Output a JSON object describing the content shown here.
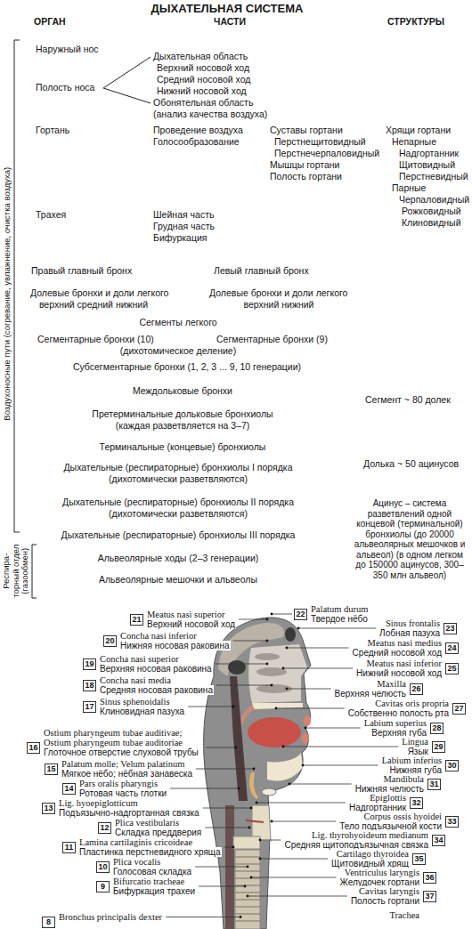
{
  "diagram": {
    "title": "ДЫХАТЕЛЬНАЯ СИСТЕМА",
    "nodes": [
      {
        "text": [
          "22"
        ]
      },
      {
        "text": [
          "21"
        ]
      },
      {
        "text": [
          "23"
        ]
      },
      {
        "text": [
          "20"
        ]
      },
      {
        "text": [
          "24"
        ]
      },
      {
        "text": [
          "19"
        ]
      },
      {
        "text": [
          "25"
        ]
      },
      {
        "text": [
          "18"
        ]
      },
      {
        "text": [
          "26"
        ]
      },
      {
        "text": [
          "17"
        ]
      },
      {
        "text": [
          "27"
        ]
      },
      {
        "text": [
          "28"
        ]
      },
      {
        "text": [
          "29"
        ]
      },
      {
        "text": [
          "16"
        ]
      },
      {
        "text": [
          "30"
        ]
      },
      {
        "text": [
          "15"
        ]
      },
      {
        "text": [
          "31"
        ]
      },
      {
        "text": [
          "14"
        ]
      },
      {
        "text": [
          "32"
        ]
      },
      {
        "text": [
          "13"
        ]
      },
      {
        "text": [
          "33"
        ]
      },
      {
        "text": [
          "12"
        ]
      },
      {
        "text": [
          "34"
        ]
      },
      {
        "text": [
          "11"
        ]
      },
      {
        "text": [
          "35"
        ]
      },
      {
        "text": [
          "10"
        ]
      },
      {
        "text": [
          "36"
        ]
      },
      {
        "text": [
          "9"
        ]
      },
      {
        "text": [
          "37"
        ]
      },
      {
        "text": [
          "8"
        ]
      }
    ],
    "labels": [
      "ОРГАН",
      "ЧАСТИ",
      "СТРУКТУРЫ",
      "Воздухоносные пути (согревание, увлажнение, очистка воздуха)",
      "Респира- торный отдел (газообмен)",
      "Наружный нос",
      "Полость носа",
      "Дыхательная область",
      "Верхний носовой ход",
      "Средний носовой ход",
      "Нижний носовой ход",
      "Обонятельная область",
      "(анализ качества воздуха)",
      "Гортань",
      "Проведение воздуха",
      "Голосообразование",
      "Суставы гортани",
      "Перстнещитовидный",
      "Перстнечерпаловидный",
      "Мышцы гортани",
      "Полость гортани",
      "Хрящи гортани",
      "Непарные",
      "Надгортанник",
      "Щитовидный",
      "Перстневидный",
      "Парные",
      "Черпаловидный",
      "Рожковидный",
      "Клиновидный",
      "Трахея",
      "Шейная часть",
      "Грудная часть",
      "Бифуркация",
      "Правый главный бронх",
      "Левый главный бронх",
      "Долевые бронхи и доли легкого",
      "верхний средний нижний",
      "Долевые бронхи и доли легкого",
      "верхний нижний",
      "Сегменты легкого",
      "Сегментарные бронхи (10)",
      "Сегментарные бронхи (9)",
      "(дихотомическое деление)",
      "Субсегментарные бронхи (1, 2, 3 ... 9, 10 генерации)",
      "Междольковые бронхи",
      "Сегмент ~ 80 долек",
      "Претерминальные дольковые бронхиолы",
      "(каждая разветвляется на 3–7)",
      "Терминальные (концевые) бронхиолы",
      "Дыхательные (респираторные) бронхиолы I порядка",
      "(дихотомически разветвляются)",
      "Долька ~ 50 ацинусов",
      "Дыхательные (респираторные) бронхиолы II порядка",
      "(дихотомически разветвляются)",
      "Ацинус – система разветвлений одной концевой (терминальной) бронхиолы (до 20000 альвеолярных мешочков и альвеол) (в одном легком до 150000 ацинусов, 300–350 млн альвеол)",
      "Дыхательные (респираторные) бронхиолы III порядка",
      "Альвеолярные ходы (2–3 генерации)",
      "Альвеолярные мешочки и альвеолы",
      "Palatum durum",
      "Твердое нёбо",
      "Meatus nasi superior",
      "Верхний носовой ход",
      "Sinus frontalis",
      "Лобная пазуха",
      "Concha nasi inferior",
      "Нижняя носовая раковина",
      "Meatus nasi medius",
      "Средний носовой ход",
      "Concha nasi superior",
      "Верхняя носовая раковина",
      "Meatus nasi inferior",
      "Нижний носовой ход",
      "Concha nasi media",
      "Средняя носовая раковина",
      "Maxilla",
      "Верхняя челюсть",
      "Sinus sphenoidalis",
      "Клиновидная пазуха",
      "Cavitas oris propria",
      "Собственно полость рта",
      "Labium superius",
      "Верхняя губа",
      "Lingua",
      "Язык",
      "Ostium pharyngeum tubae auditivae; Ostium pharyngeum tubae auditoriae",
      "Глоточное отверстие слуховой трубы",
      "Labium inferius",
      "Нижняя губа",
      "Palatum molle; Velum palatinum",
      "Мягкое нёбо; нёбная занавеска",
      "Mandibula",
      "Нижняя челюсть",
      "Pars oralis pharyngis",
      "Ротовая часть глотки",
      "Epiglottis",
      "Надгортанник",
      "Lig. hyoepiglotticum",
      "Подъязычно-надгортанная связка",
      "Corpus ossis hyoidei",
      "Тело подъязычной кости",
      "Plica vestibularis",
      "Складка преддверия",
      "Lig. thyrohyoideum medianum",
      "Средняя щитоподъязычная связка",
      "Lamina cartilaginis cricoideae",
      "Пластинка перстневидного хряща",
      "Cartilago thyroidea",
      "Щитовидный хрящ",
      "Plica vocalis",
      "Голосовая складка",
      "Ventriculus laryngis",
      "Желудочек гортани",
      "Bifurcatio tracheae",
      "Бифуркация трахеи",
      "Cavitas laryngis",
      "Полость гортани",
      "Bronchus principalis dexter",
      "Trachea"
    ]
  }
}
